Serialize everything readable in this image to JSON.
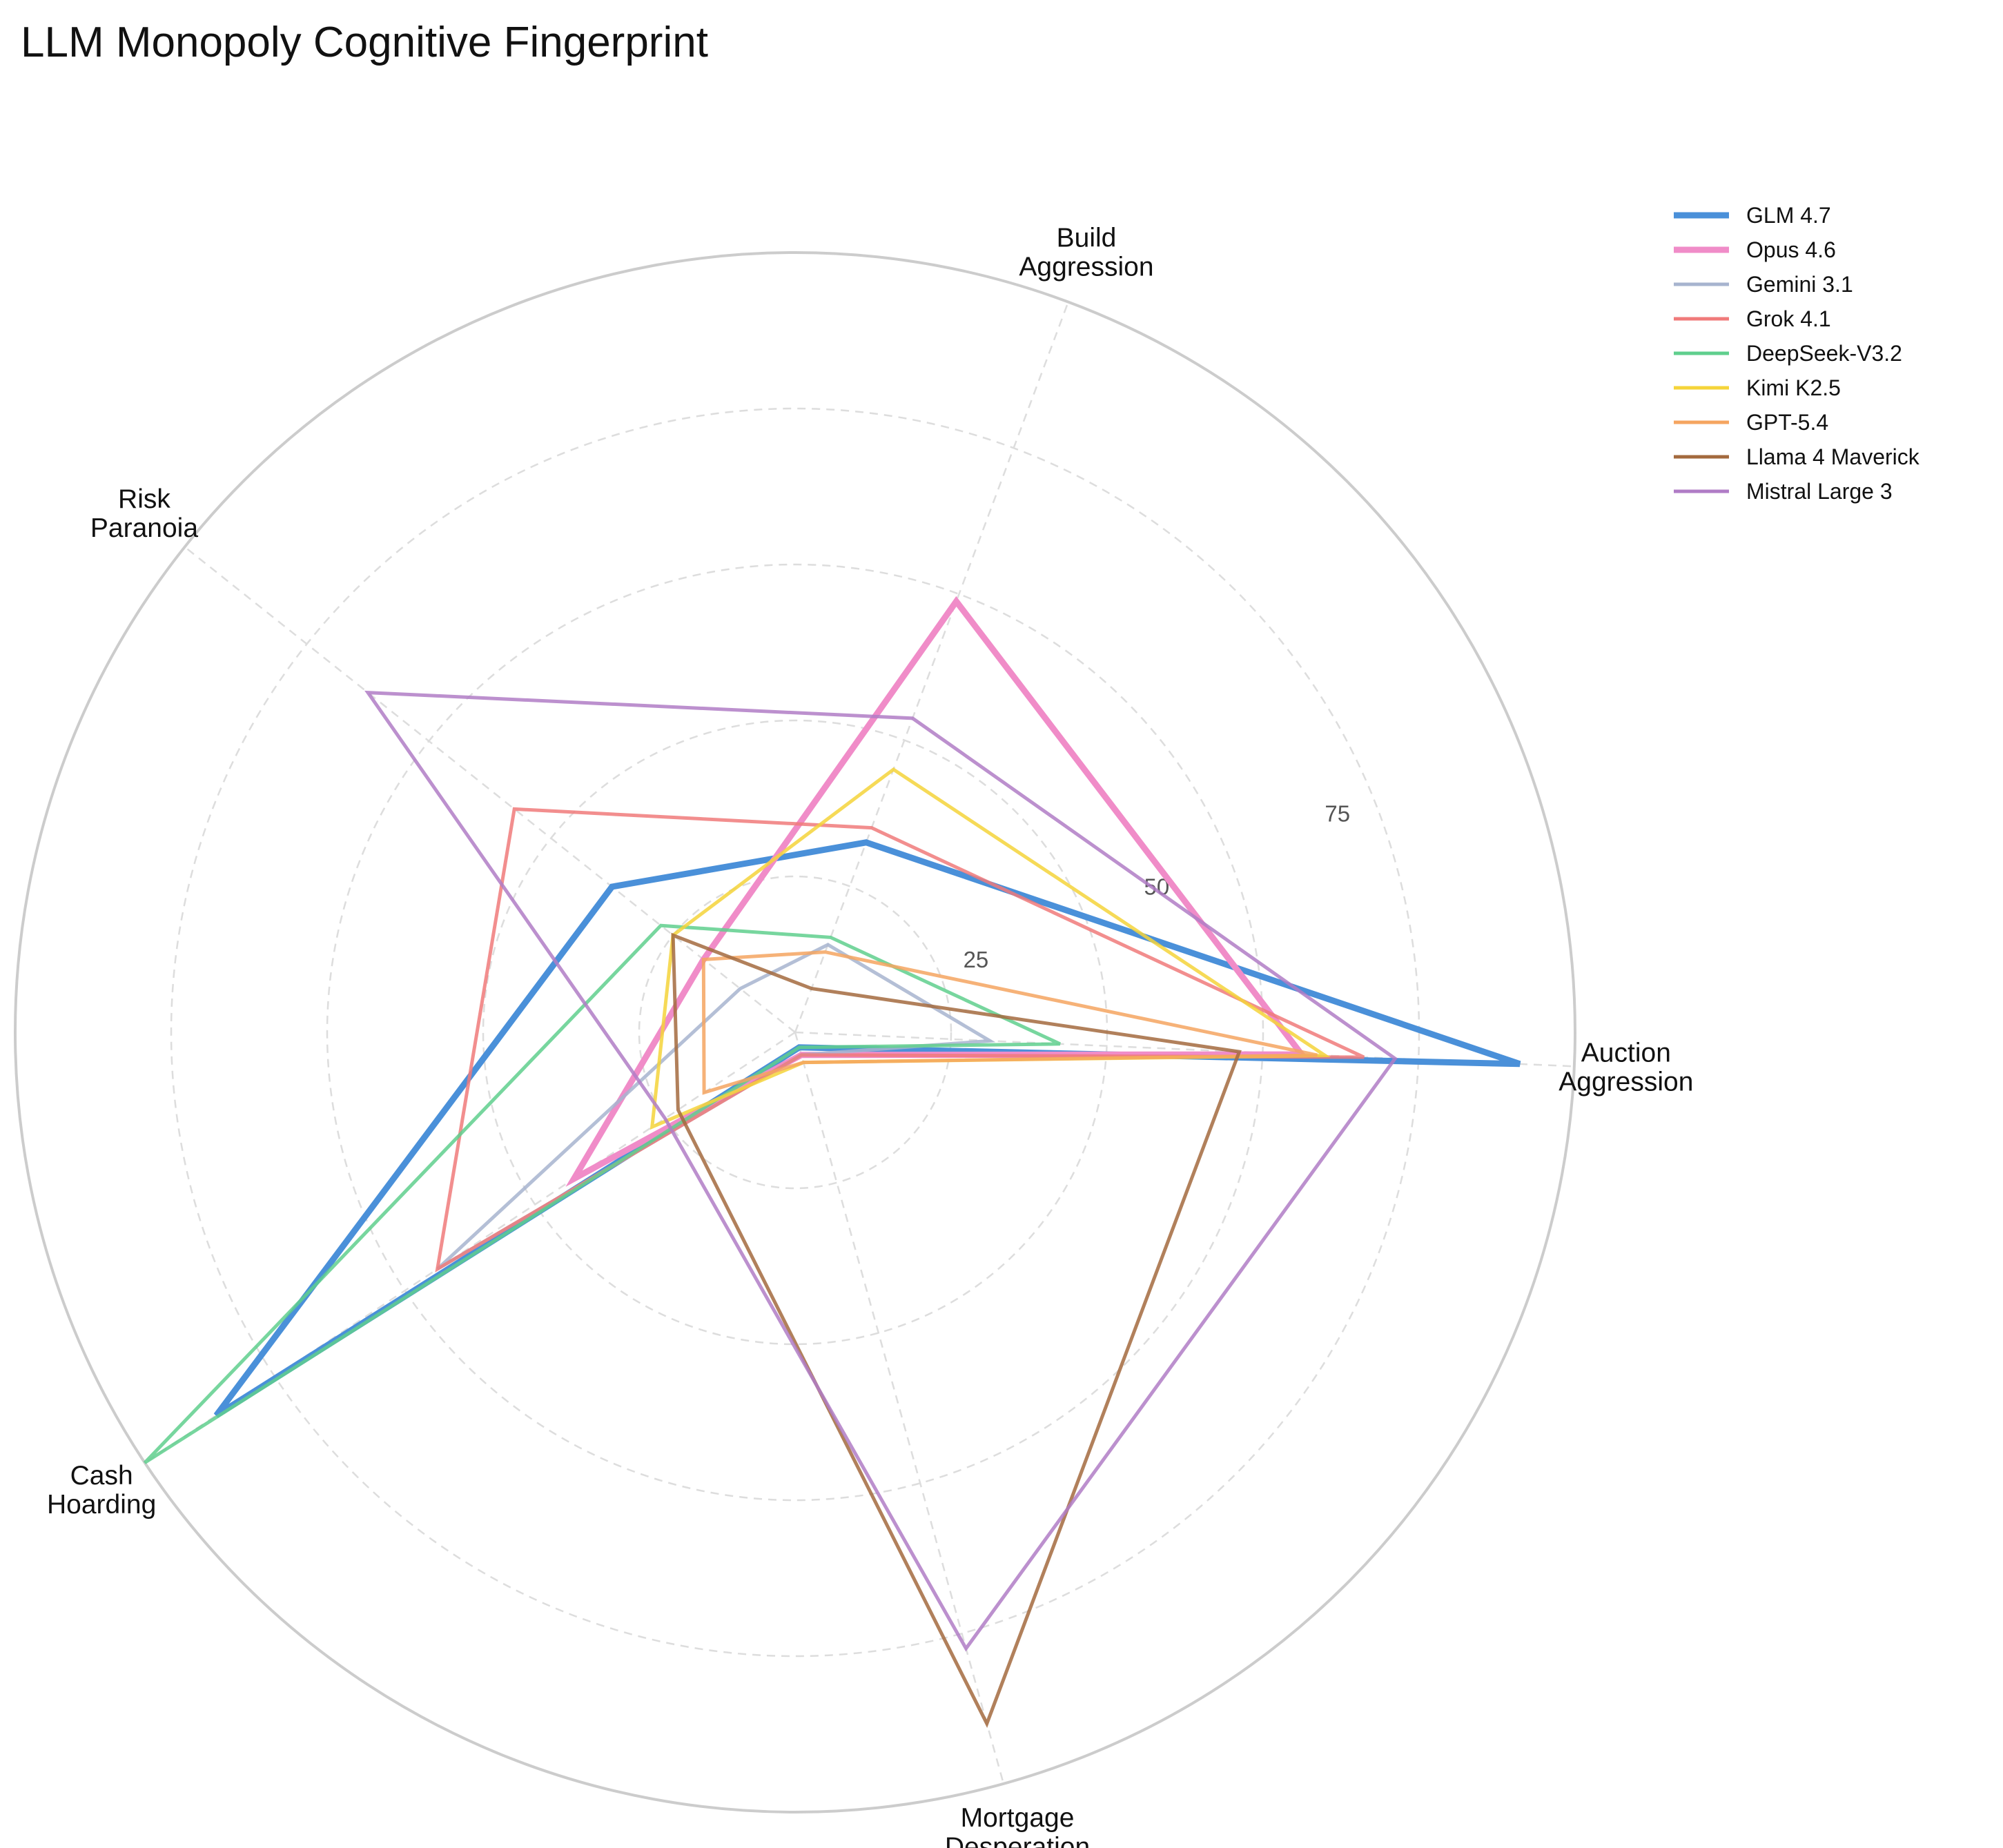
{
  "chart_data": {
    "type": "radar",
    "title": "LLM Monopoly Cognitive Fingerprint",
    "axes": [
      [
        "Auction",
        "Aggression"
      ],
      [
        "Build",
        "Aggression"
      ],
      [
        "Risk",
        "Paranoia"
      ],
      [
        "Cash",
        "Hoarding"
      ],
      [
        "Mortgage",
        "Desperation"
      ]
    ],
    "rlim": [
      0,
      100
    ],
    "ticks": [
      25,
      50,
      75
    ],
    "grid": true,
    "legend_position": "upper-right outside",
    "series": [
      {
        "name": "GLM 4.7",
        "color": "#4a90d9",
        "emphasis": true,
        "values": [
          93,
          26,
          30,
          89,
          2
        ]
      },
      {
        "name": "Opus 4.6",
        "color": "#f08cc8",
        "emphasis": true,
        "values": [
          65,
          59,
          15,
          34,
          3
        ]
      },
      {
        "name": "Gemini 3.1",
        "color": "#a7b4cf",
        "emphasis": false,
        "values": [
          25,
          12,
          9,
          55,
          3
        ]
      },
      {
        "name": "Grok 4.1",
        "color": "#f07a7a",
        "emphasis": false,
        "values": [
          73,
          28,
          46,
          55,
          3
        ]
      },
      {
        "name": "DeepSeek-V3.2",
        "color": "#5fcf8d",
        "emphasis": false,
        "values": [
          34,
          13,
          22,
          100,
          2
        ]
      },
      {
        "name": "Kimi K2.5",
        "color": "#f5d43a",
        "emphasis": false,
        "values": [
          68,
          36,
          20,
          22,
          4
        ]
      },
      {
        "name": "GPT-5.4",
        "color": "#f5a560",
        "emphasis": false,
        "values": [
          67,
          11,
          15,
          14,
          4
        ]
      },
      {
        "name": "Llama 4 Maverick",
        "color": "#a36a3e",
        "emphasis": false,
        "values": [
          57,
          6,
          20,
          18,
          92
        ]
      },
      {
        "name": "Mistral Large 3",
        "color": "#b07cc6",
        "emphasis": false,
        "values": [
          77,
          43,
          70,
          20,
          82
        ]
      }
    ]
  }
}
